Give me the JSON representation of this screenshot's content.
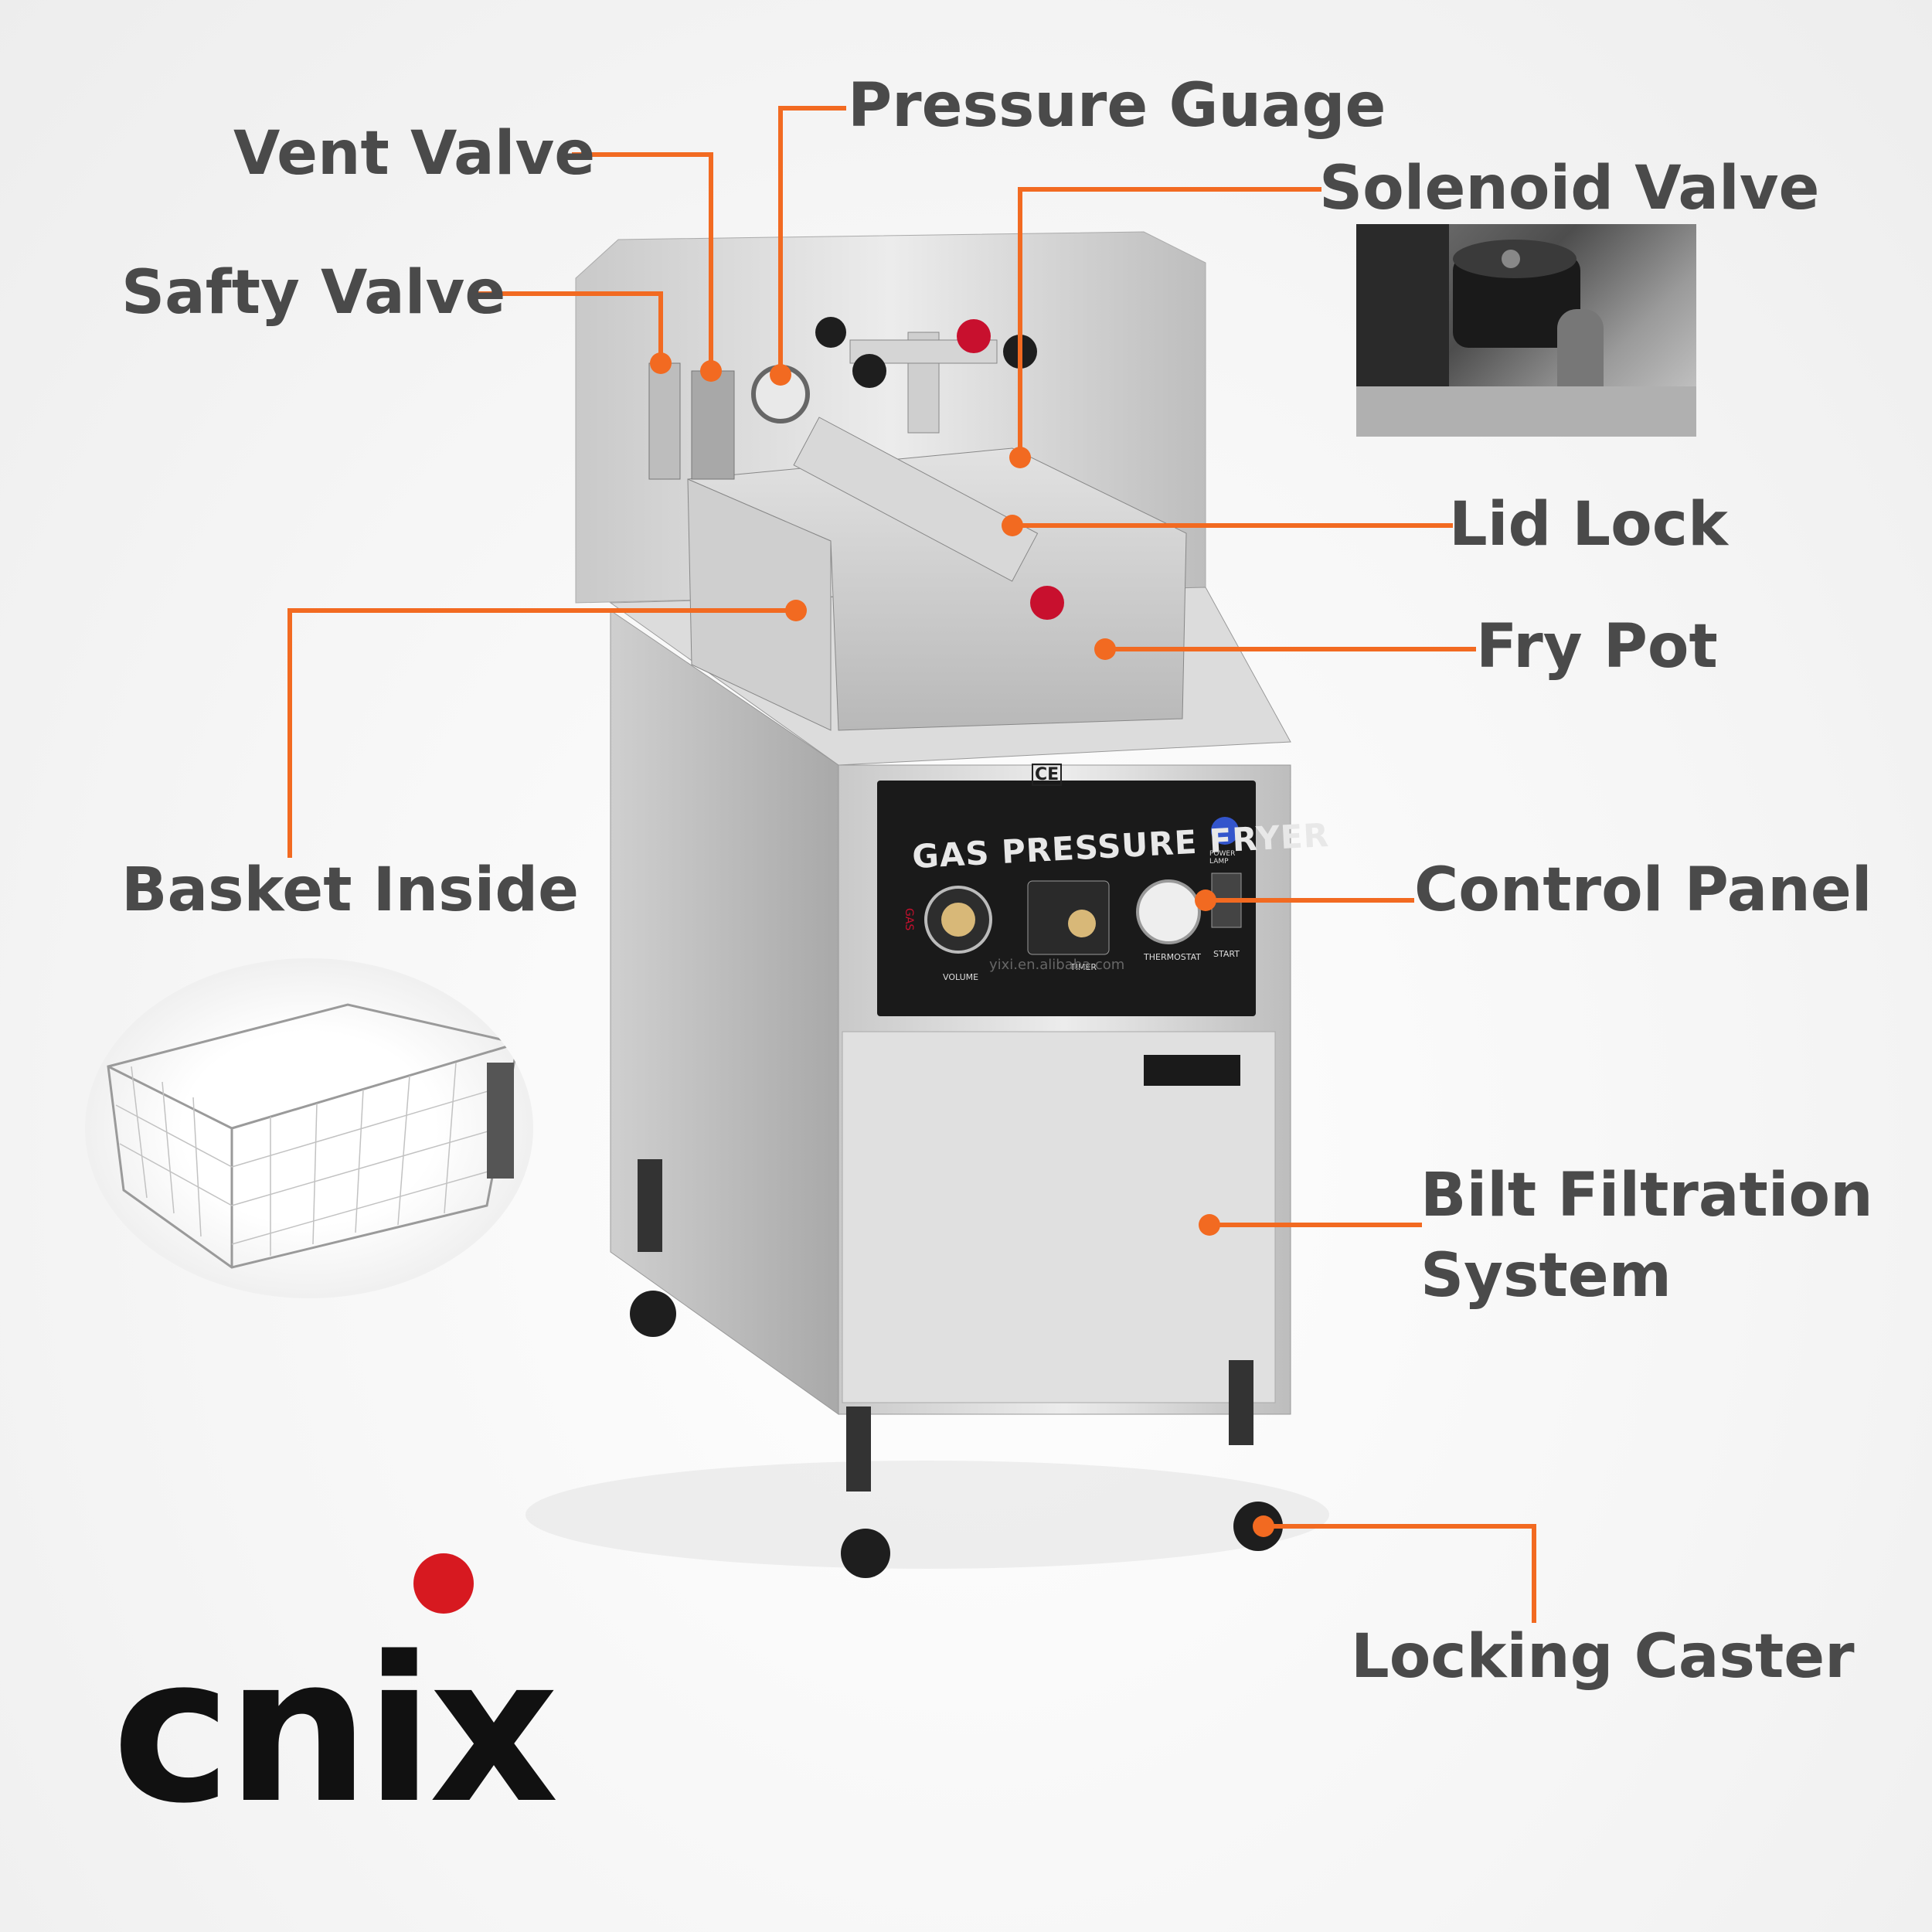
{
  "labels": {
    "pressure_gauge": "Pressure Guage",
    "vent_valve": "Vent Valve",
    "solenoid_valve": "Solenoid Valve",
    "safety_valve": "Safty Valve",
    "lid_lock": "Lid Lock",
    "fry_pot": "Fry Pot",
    "basket_inside": "Basket Inside",
    "control_panel": "Control Panel",
    "filtration_line1": "Bilt Filtration",
    "filtration_line2": "System",
    "locking_caster": "Locking Caster"
  },
  "fryer_panel": {
    "title": "GAS PRESSURE FRYER",
    "ce_mark": "CE",
    "power_lamp": "POWER LAMP",
    "volume": "VOLUME",
    "timer": "TIMER",
    "thermostat": "THERMOSTAT",
    "start": "START",
    "gas": "GAS",
    "watermark": "yixi.en.alibaba.com"
  },
  "brand": {
    "name": "cnix",
    "accent_color": "#d71920"
  },
  "colors": {
    "callout": "#f26a21",
    "label_text": "#4a4a4a",
    "panel_bg": "#1a1a1a"
  }
}
